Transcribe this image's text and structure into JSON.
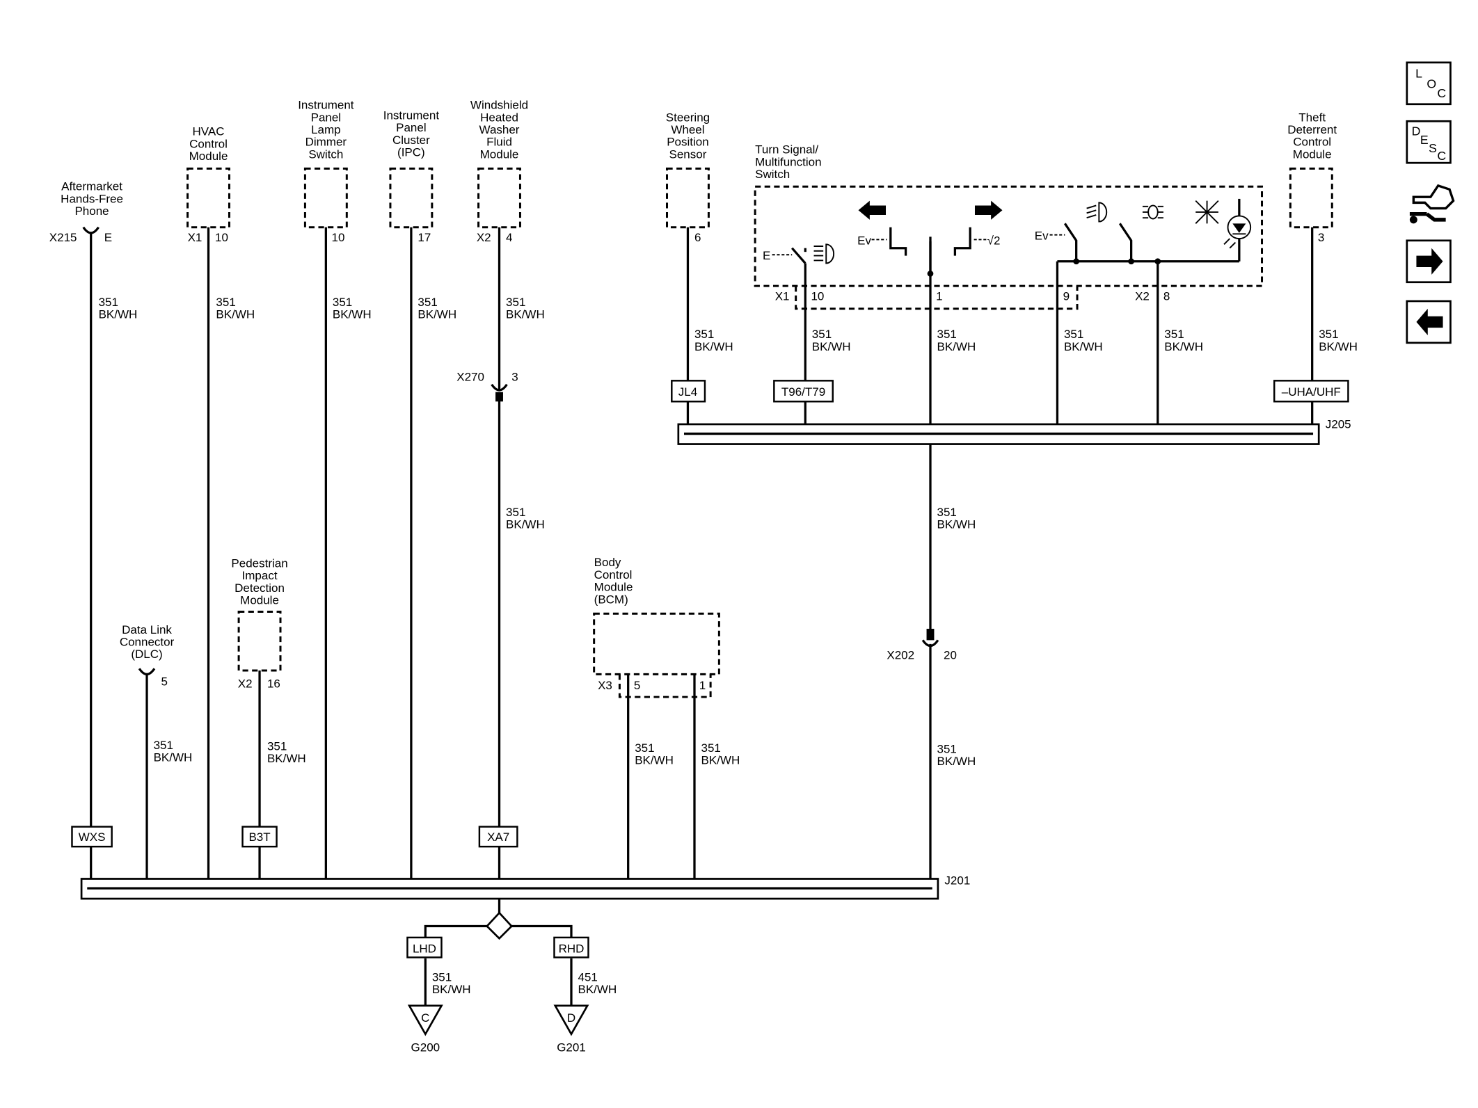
{
  "modules": {
    "aftermarket_phone": [
      "Aftermarket",
      "Hands-Free",
      "Phone"
    ],
    "hvac": [
      "HVAC",
      "Control",
      "Module"
    ],
    "ip_dimmer": [
      "Instrument",
      "Panel",
      "Lamp",
      "Dimmer",
      "Switch"
    ],
    "ipc": [
      "Instrument",
      "Panel",
      "Cluster",
      "(IPC)"
    ],
    "washer": [
      "Windshield",
      "Heated",
      "Washer",
      "Fluid",
      "Module"
    ],
    "steering_sensor": [
      "Steering",
      "Wheel",
      "Position",
      "Sensor"
    ],
    "turn_signal": [
      "Turn Signal/",
      "Multifunction",
      "Switch"
    ],
    "theft": [
      "Theft",
      "Deterrent",
      "Control",
      "Module"
    ],
    "pedestrian": [
      "Pedestrian",
      "Impact",
      "Detection",
      "Module"
    ],
    "dlc": [
      "Data Link",
      "Connector",
      "(DLC)"
    ],
    "bcm": [
      "Body",
      "Control",
      "Module",
      "(BCM)"
    ]
  },
  "pins": {
    "x215": "X215",
    "e": "E",
    "hvac_conn": "X1",
    "hvac_pin": "10",
    "dimmer_pin": "10",
    "ipc_pin": "17",
    "washer_conn": "X2",
    "washer_pin": "4",
    "steering_pin": "6",
    "theft_pin": "3",
    "ts_x1": "X1",
    "ts_p10": "10",
    "ts_p1": "1",
    "ts_p9": "9",
    "ts_x2": "X2",
    "ts_p8": "8",
    "x270": "X270",
    "x270_pin": "3",
    "x202": "X202",
    "x202_pin": "20",
    "dlc_pin": "5",
    "ped_conn": "X2",
    "ped_pin": "16",
    "bcm_conn": "X3",
    "bcm_p5": "5",
    "bcm_p1": "1"
  },
  "wire": {
    "circuit": "351",
    "color": "BK/WH",
    "circuit_alt": "451"
  },
  "options": {
    "wxs": "WXS",
    "b3t": "B3T",
    "xa7": "XA7",
    "jl4": "JL4",
    "t96": "T96/T79",
    "uha": "–UHA/UHF",
    "lhd": "LHD",
    "rhd": "RHD"
  },
  "splices": {
    "j201": "J201",
    "j205": "J205"
  },
  "grounds": {
    "g200": "G200",
    "g201": "G201",
    "c": "C",
    "d": "D"
  },
  "switch_symbols": {
    "e": "E",
    "ev": "Ev",
    "v2": "√2"
  },
  "nav": {
    "loc": {
      "l": "L",
      "o": "O",
      "c": "C"
    },
    "desc": {
      "d": "D",
      "e": "E",
      "s": "S",
      "c": "C"
    },
    "icons": [
      "connector-harness-icon",
      "arrow-right-icon",
      "arrow-left-icon"
    ]
  }
}
